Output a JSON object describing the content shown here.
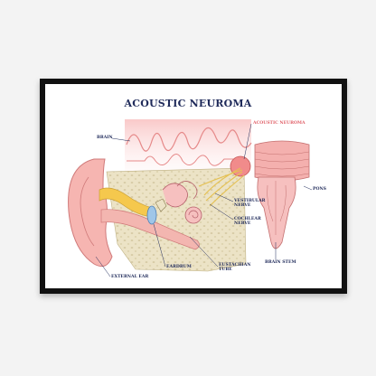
{
  "poster": {
    "title": "ACOUSTIC NEUROMA",
    "labels": {
      "acoustic_neuroma": "ACOUSTIC NEUROMA",
      "brain": "BRAIN",
      "pons": "PONS",
      "vestibular_nerve_1": "VESTIBULAR",
      "vestibular_nerve_2": "NERVE",
      "cochlear_nerve_1": "COCHLEAR",
      "cochlear_nerve_2": "NERVE",
      "brain_stem": "BRAIN STEM",
      "eardrum": "EARDRUM",
      "eustachian_tube_1": "EUSTACHIAN",
      "eustachian_tube_2": "TUBE",
      "external_ear": "EXTERNAL EAR"
    }
  },
  "colors": {
    "label_text": "#1f2a5a",
    "highlight_label": "#e06068",
    "frame": "#111111",
    "wall": "#f3f3f3"
  }
}
